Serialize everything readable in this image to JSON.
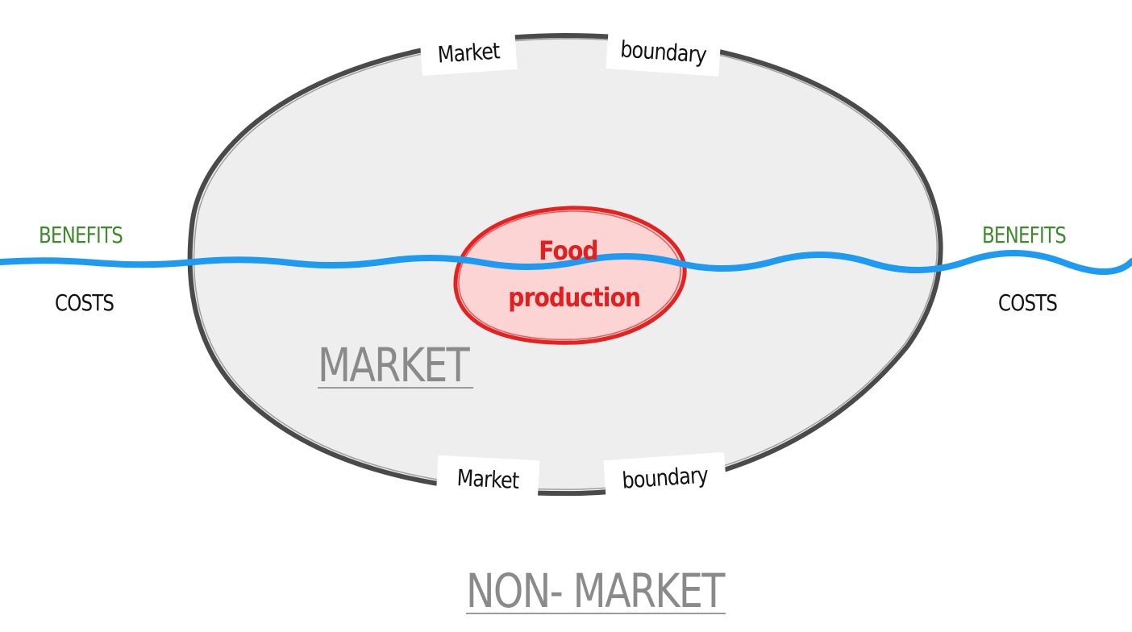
{
  "diagram": {
    "central_label": "Food production",
    "inner_region_label": "MARKET",
    "outer_region_label": "NON- MARKET",
    "boundary_tags": {
      "top_left": "Market",
      "top_right": "boundary",
      "bottom_left": "Market",
      "bottom_right": "boundary"
    },
    "left_side": {
      "above_line": "BENEFITS",
      "below_line": "COSTS"
    },
    "right_side": {
      "above_line": "BENEFITS",
      "below_line": "COSTS"
    }
  },
  "colors": {
    "boundary_stroke": "#4a4a4a",
    "market_fill": "#eeeeee",
    "food_stroke": "#e32222",
    "food_fill": "#fcd4d4",
    "divider_line": "#1e9bf0",
    "benefits_text": "#3f8a2c",
    "costs_text": "#111111",
    "region_label_text": "#8a8a8a",
    "food_text": "#e02020"
  }
}
